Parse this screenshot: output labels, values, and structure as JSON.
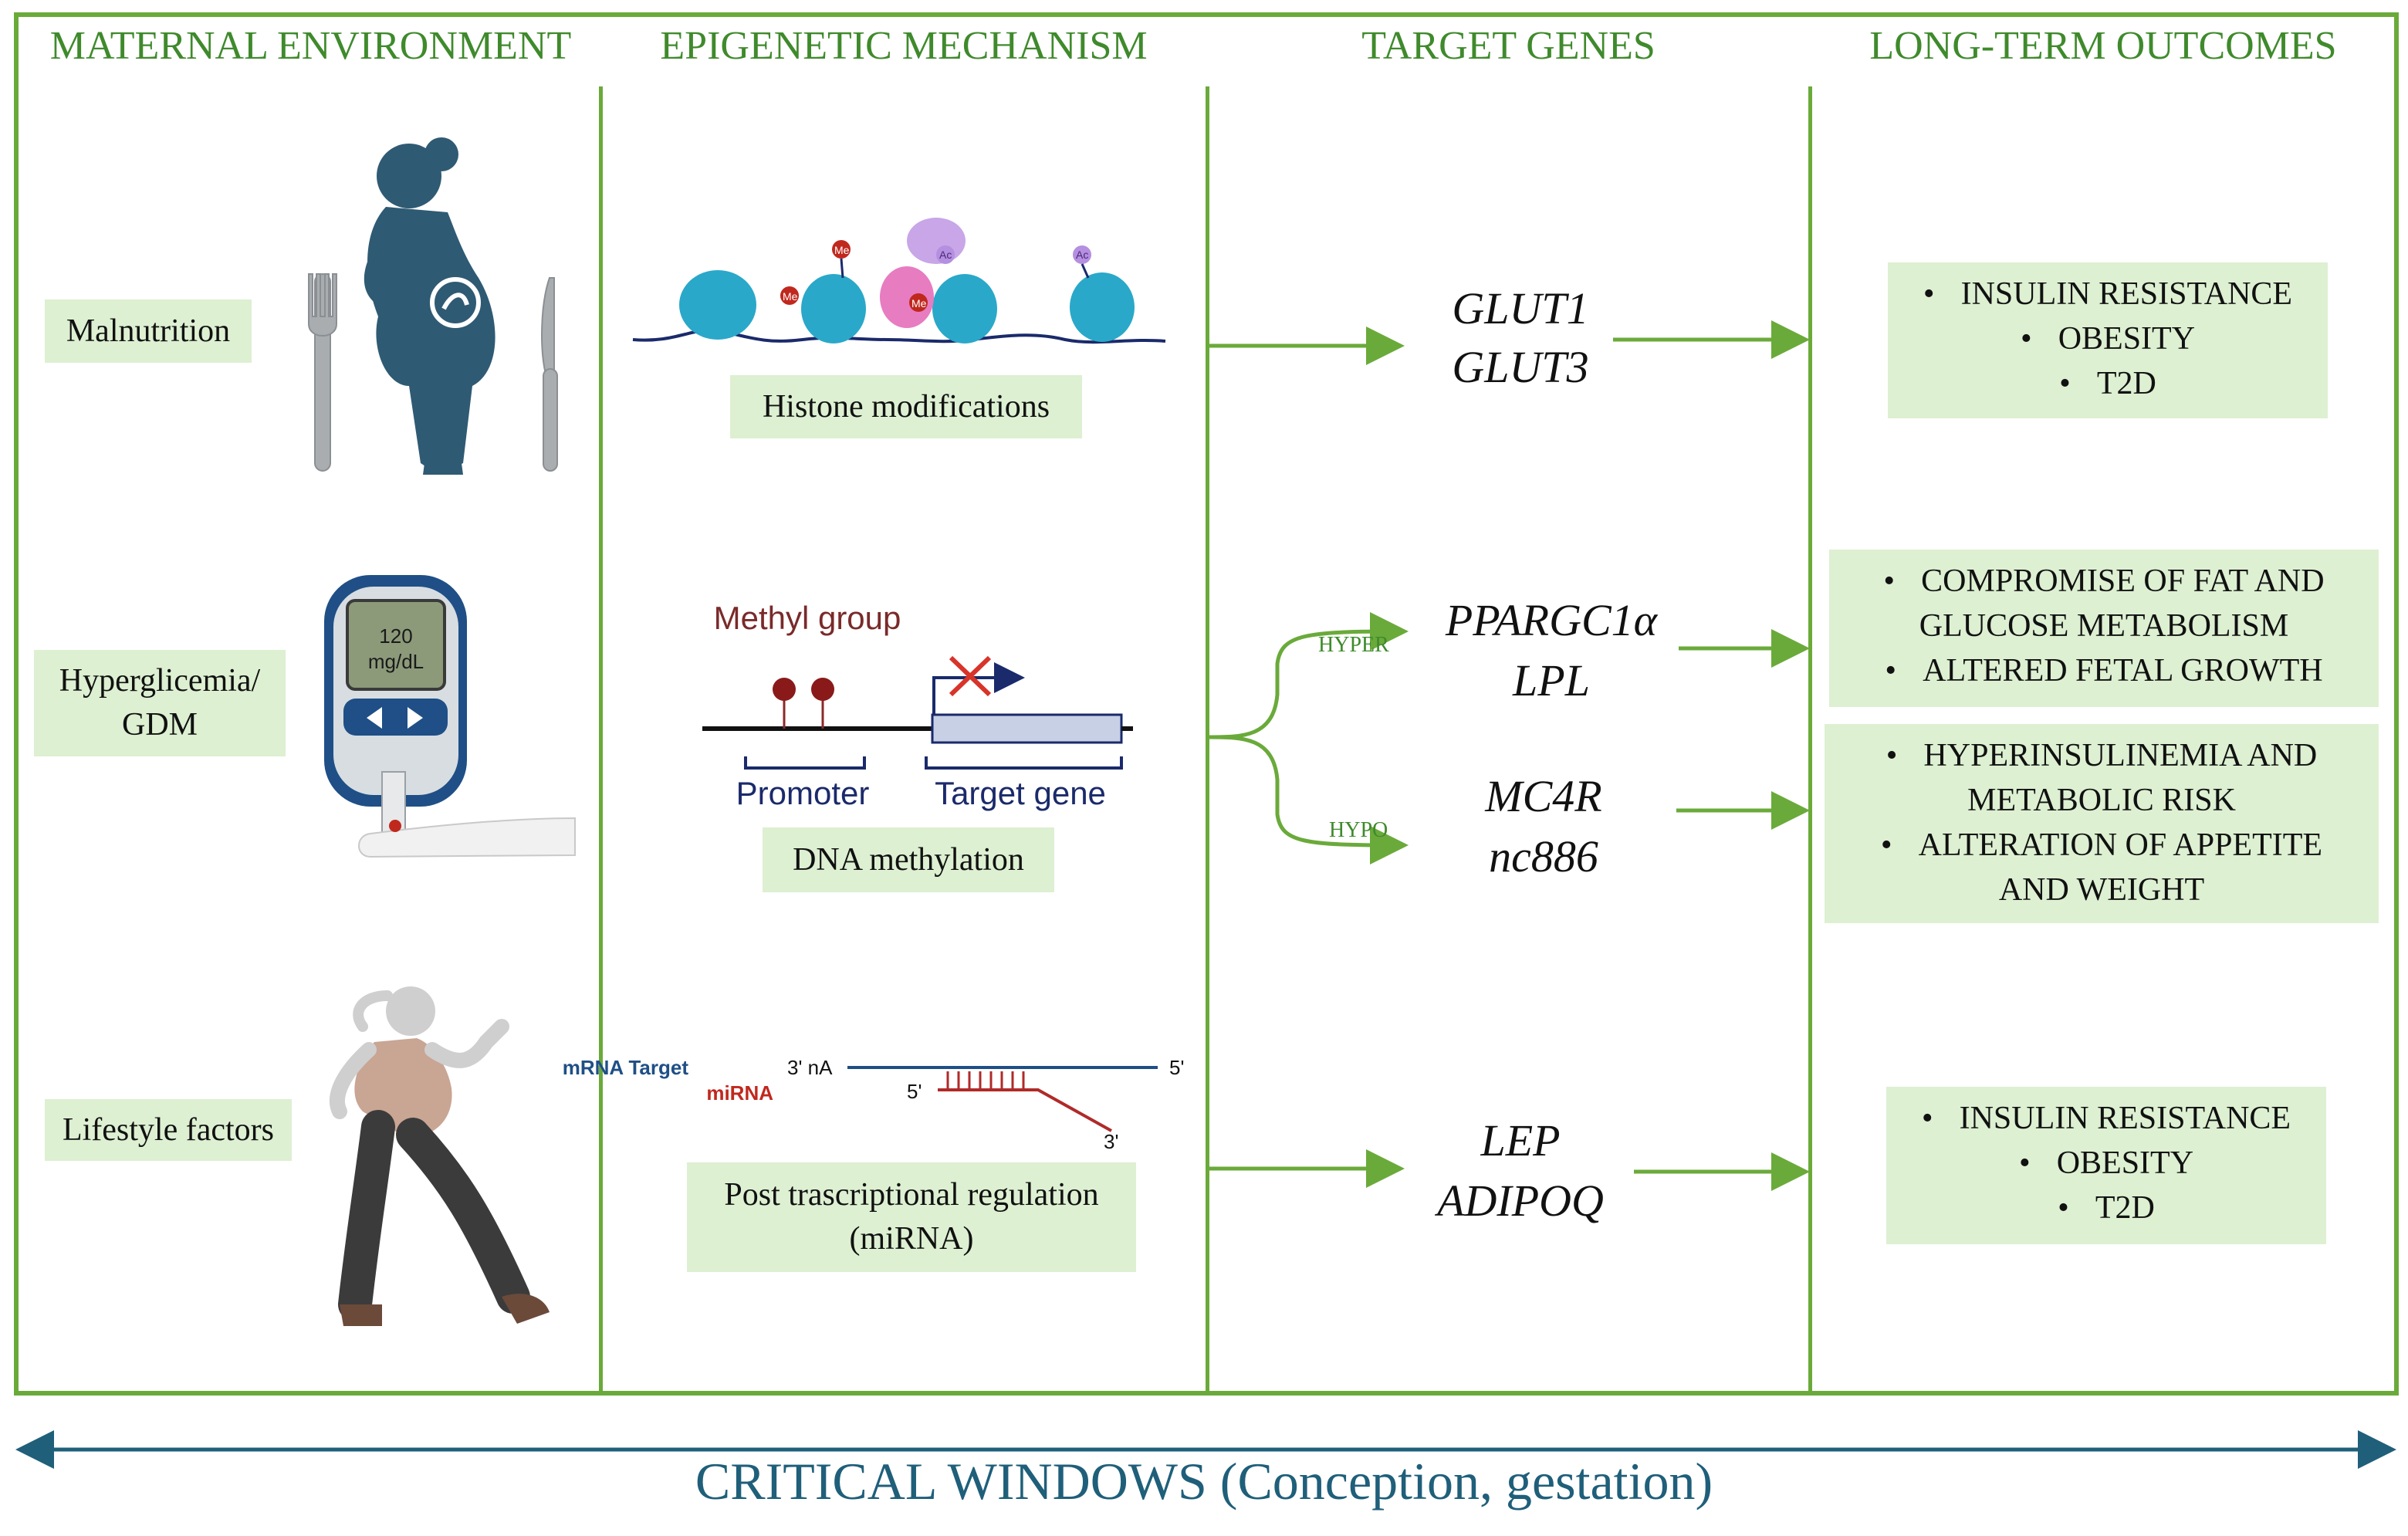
{
  "columns": [
    {
      "header": "MATERNAL ENVIRONMENT"
    },
    {
      "header": "EPIGENETIC MECHANISM"
    },
    {
      "header": "TARGET GENES"
    },
    {
      "header": "LONG-TERM OUTCOMES"
    }
  ],
  "maternal": {
    "malnutrition": "Malnutrition",
    "hyperglycemia_line1": "Hyperglicemia/",
    "hyperglycemia_line2": "GDM",
    "lifestyle": "Lifestyle factors",
    "glucometer_value": "120",
    "glucometer_unit": "mg/dL"
  },
  "mechanism": {
    "histone": "Histone modifications",
    "me_label": "Me",
    "ac_label": "Ac",
    "methyl_group": "Methyl group",
    "promoter": "Promoter",
    "target_gene": "Target gene",
    "dna_methylation": "DNA methylation",
    "mrna_target": "mRNA Target",
    "mirna": "miRNA",
    "three_prime_na": "3' nA",
    "five_prime": "5'",
    "three_prime": "3'",
    "post_line1": "Post trascriptional regulation",
    "post_line2": "(miRNA)"
  },
  "genes": {
    "glut1": "GLUT1",
    "glut3": "GLUT3",
    "ppargc": "PPARGC1α",
    "lpl": "LPL",
    "mc4r": "MC4R",
    "nc886": "nc886",
    "lep": "LEP",
    "adipoq": "ADIPOQ",
    "hyper": "HYPER",
    "hypo": "HYPO"
  },
  "outcomes": {
    "group1": [
      "INSULIN RESISTANCE",
      "OBESITY",
      "T2D"
    ],
    "group2": [
      "COMPROMISE OF FAT AND",
      "GLUCOSE METABOLISM",
      "ALTERED FETAL GROWTH"
    ],
    "group3": [
      "HYPERINSULINEMIA AND",
      "METABOLIC RISK",
      "ALTERATION OF APPETITE",
      "AND WEIGHT"
    ],
    "group4": [
      "INSULIN RESISTANCE",
      "OBESITY",
      "T2D"
    ]
  },
  "footer": "CRITICAL WINDOWS (Conception, gestation)",
  "colors": {
    "frame_green": "#6aaa3a",
    "header_green": "#3f8a2c",
    "box_fill": "#ddf0d2",
    "footer_blue": "#1f5f7a",
    "figure_blue": "#2f5a73"
  }
}
